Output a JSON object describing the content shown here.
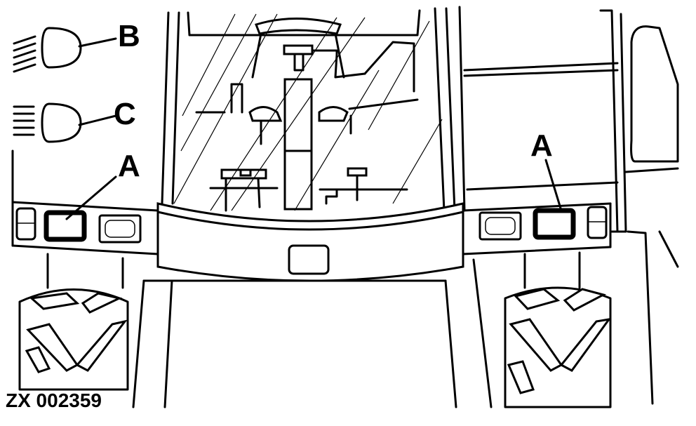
{
  "diagram": {
    "figure_id": "ZX 002359",
    "callouts": {
      "work_light": "A",
      "high_beam": "B",
      "low_beam": "C"
    }
  }
}
